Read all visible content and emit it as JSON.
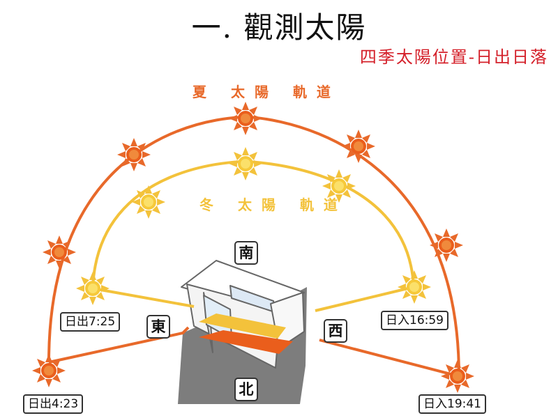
{
  "title": "一. 觀測太陽",
  "subtitle": "四季太陽位置-日出日落",
  "summer_orbit_label": "夏 太陽 軌道",
  "winter_orbit_label": "冬 太陽 軌道",
  "directions": {
    "south": "南",
    "north": "北",
    "east": "東",
    "west": "西"
  },
  "times": {
    "winter_sunrise": "日出7:25",
    "winter_sunset": "日入16:59",
    "summer_sunrise": "日出4:23",
    "summer_sunset": "日入19:41"
  },
  "colors": {
    "summer": "#e8692a",
    "winter": "#f3c23b",
    "sun_core": "#f5a23a",
    "title_red": "#d4202a"
  }
}
